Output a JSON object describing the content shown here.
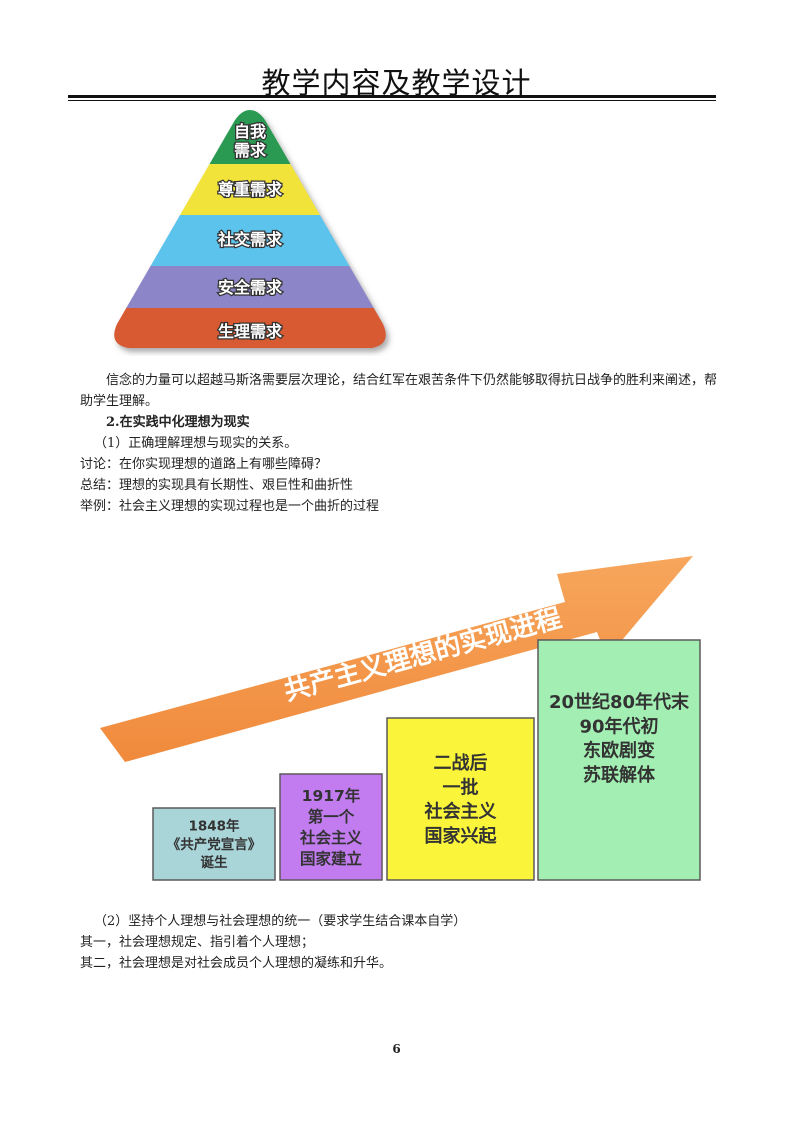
{
  "header": {
    "title": "教学内容及教学设计"
  },
  "pyramid": {
    "levels": [
      {
        "label": "自我",
        "label2": "需求",
        "color": "#2a9a52"
      },
      {
        "label": "尊重需求",
        "color": "#f2e33a"
      },
      {
        "label": "社交需求",
        "color": "#5cc3ec"
      },
      {
        "label": "安全需求",
        "color": "#8c86c8"
      },
      {
        "label": "生理需求",
        "color": "#d75a31"
      }
    ]
  },
  "body": {
    "p1": "信念的力量可以超越马斯洛需要层次理论，结合红军在艰苦条件下仍然能够取得抗日战争的胜利来阐述，帮助学生理解。",
    "heading2": "2.在实践中化理想为现实",
    "item1": "（1）正确理解理想与现实的关系。",
    "discuss": "讨论：在你实现理想的道路上有哪些障碍？",
    "summary": "总结：理想的实现具有长期性、艰巨性和曲折性",
    "example": "举例：社会主义理想的实现过程也是一个曲折的过程",
    "item2": "（2）坚持个人理想与社会理想的统一（要求学生结合课本自学）",
    "first": "其一，社会理想规定、指引着个人理想；",
    "second": "其二，社会理想是对社会成员个人理想的凝练和升华。"
  },
  "progress_chart": {
    "arrow_label": "共产主义理想的实现进程",
    "arrow_color": "#f08a3c",
    "steps": [
      {
        "lines": [
          "1848年",
          "《共产党宣言》",
          "诞生"
        ],
        "color": "#a9d4d8"
      },
      {
        "lines": [
          "1917年",
          "第一个",
          "社会主义",
          "国家建立"
        ],
        "color": "#c27cf0"
      },
      {
        "lines": [
          "二战后",
          "一批",
          "社会主义",
          "国家兴起"
        ],
        "color": "#faf53a"
      },
      {
        "lines": [
          "20世纪80年代末",
          "90年代初",
          "东欧剧变",
          "苏联解体"
        ],
        "color": "#a3efb3"
      }
    ]
  },
  "footer": {
    "page_number": "6"
  }
}
